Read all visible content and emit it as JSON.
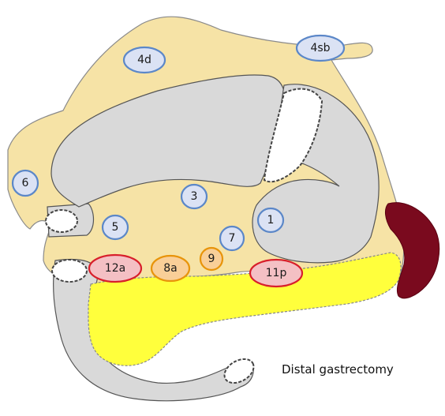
{
  "caption": "Distal gastrectomy",
  "colors": {
    "fat": "#f6e3a6",
    "organ": "#d9d9d9",
    "pancreas": "#ffff3c",
    "spleen": "#7a0a1e",
    "blue_node_fill": "#dbe2f4",
    "blue_node_stroke": "#5b87c8",
    "orange_node_fill": "#f9cf98",
    "orange_node_stroke": "#e8940a",
    "red_node_fill": "#f4c0c4",
    "red_node_stroke": "#d81f2b"
  },
  "nodes": [
    {
      "label": "4d",
      "group": "blue"
    },
    {
      "label": "4sb",
      "group": "blue"
    },
    {
      "label": "6",
      "group": "blue"
    },
    {
      "label": "3",
      "group": "blue"
    },
    {
      "label": "5",
      "group": "blue"
    },
    {
      "label": "1",
      "group": "blue"
    },
    {
      "label": "7",
      "group": "blue"
    },
    {
      "label": "9",
      "group": "orange"
    },
    {
      "label": "8a",
      "group": "orange"
    },
    {
      "label": "12a",
      "group": "red"
    },
    {
      "label": "11p",
      "group": "red"
    }
  ]
}
